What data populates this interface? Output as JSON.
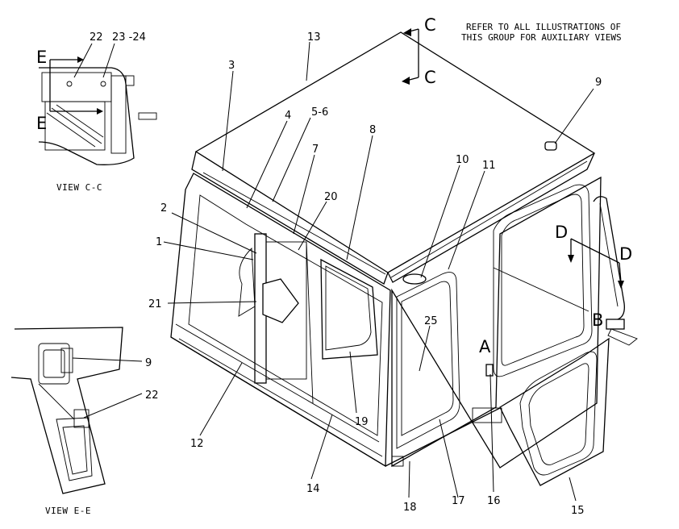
{
  "note": {
    "line1": "REFER TO ALL ILLUSTRATIONS OF",
    "line2": "THIS GROUP FOR AUXILIARY VIEWS"
  },
  "views": {
    "cc": "VIEW C-C",
    "ee": "VIEW E-E"
  },
  "section_letters": {
    "c_top": "C",
    "c_bottom": "C",
    "e_top": "E",
    "e_bottom": "E",
    "d_left": "D",
    "d_right": "D",
    "a": "A",
    "b": "B"
  },
  "callouts": {
    "c1": "1",
    "c2": "2",
    "c3": "3",
    "c4": "4",
    "c5_6": "5-6",
    "c7": "7",
    "c8": "8",
    "c9": "9",
    "c10": "10",
    "c11": "11",
    "c12": "12",
    "c13": "13",
    "c14": "14",
    "c15": "15",
    "c16": "16",
    "c17": "17",
    "c18": "18",
    "c19": "19",
    "c20": "20",
    "c21": "21",
    "c22": "22",
    "c23_24": "23 -24",
    "c25": "25",
    "ee9": "9",
    "ee22": "22"
  }
}
